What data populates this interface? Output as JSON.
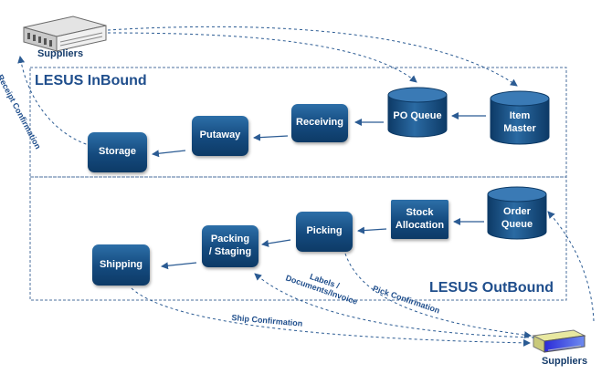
{
  "colors": {
    "node_fill": "#144a7e",
    "frame_line": "#4b6f9c",
    "arrow": "#2b5b93",
    "title_text": "#1f4e8c"
  },
  "inbound": {
    "title": "LESUS InBound",
    "nodes": {
      "item_master": "Item\nMaster",
      "po_queue": "PO Queue",
      "receiving": "Receiving",
      "putaway": "Putaway",
      "storage": "Storage"
    }
  },
  "outbound": {
    "title": "LESUS OutBound",
    "nodes": {
      "order_queue": "Order\nQueue",
      "stock_allocation": "Stock\nAllocation",
      "picking": "Picking",
      "packing_staging": "Packing\n/ Staging",
      "shipping": "Shipping"
    }
  },
  "entities": {
    "suppliers_top": "Suppliers",
    "suppliers_bottom": "Suppliers"
  },
  "flow_labels": {
    "receipt_confirmation": "Receipt Confirmation",
    "labels_documents": "Labels /\nDocuments/Invoice",
    "pick_confirmation": "Pick Confirmation",
    "ship_confirmation": "Ship Confirmation"
  }
}
